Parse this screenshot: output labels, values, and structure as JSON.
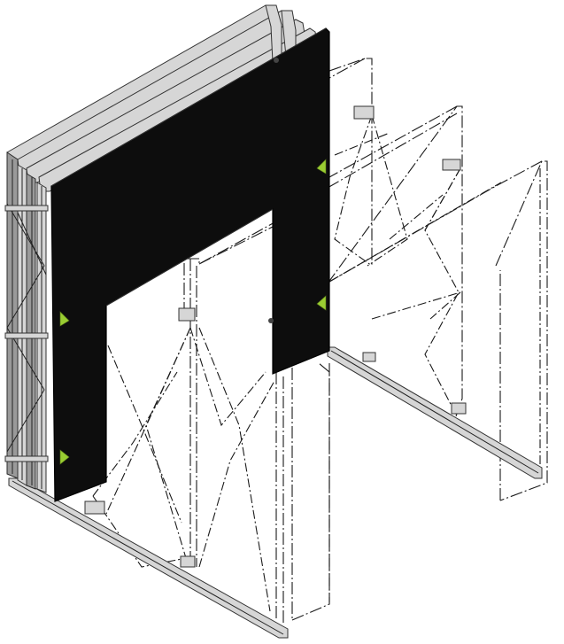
{
  "colors": {
    "background": "#ffffff",
    "panel": "#0d0d0d",
    "frame_rail": "#d6d6d6",
    "frame_rail_dark": "#9a9a9a",
    "hidden_line": "#1a1a1a",
    "marker": "#9acd32"
  },
  "markers": [
    "triangle-marker",
    "triangle-marker",
    "triangle-marker",
    "triangle-marker"
  ]
}
